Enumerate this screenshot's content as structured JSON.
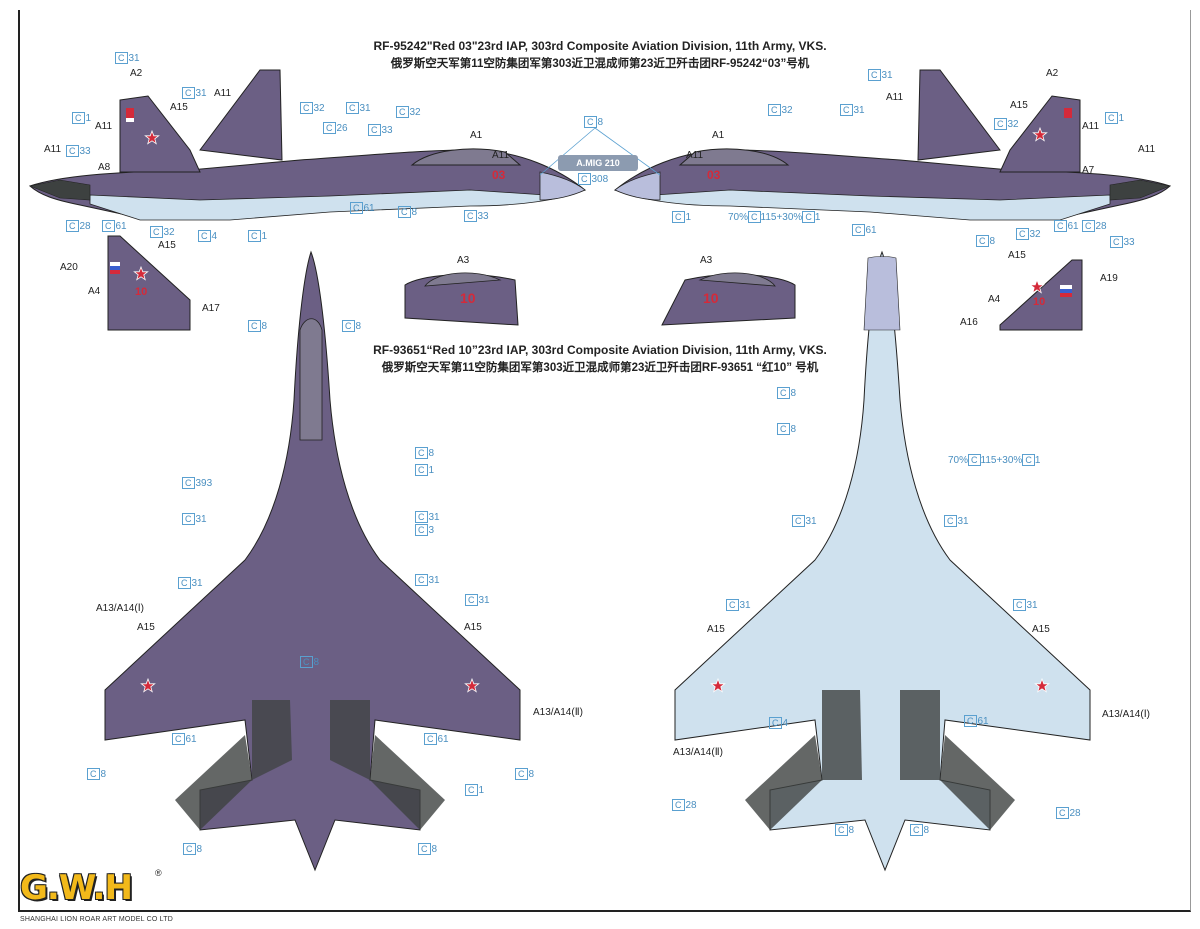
{
  "titles": {
    "aircraft1_en": "RF-95242\"Red 03\"23rd IAP, 303rd Composite Aviation Division, 11th Army, VKS.",
    "aircraft1_cn": "俄罗斯空天军第11空防集团军第303近卫混成师第23近卫歼击团RF-95242“03”号机",
    "aircraft2_en": "RF-93651“Red 10”23rd IAP, 303rd Composite Aviation Division, 11th Army, VKS.",
    "aircraft2_cn": "俄罗斯空天军第11空防集团军第303近卫混成师第23近卫歼击团RF-93651 “红10” 号机"
  },
  "nose_label": "A.MIG 210",
  "nose_code": "308",
  "mix_formula": {
    "pct1": "70%",
    "c1": "115",
    "plus": "+30%",
    "c2": "1"
  },
  "callout_prefix": "C",
  "callouts": {
    "l_c31_top": "31",
    "l_c1": "1",
    "l_c33": "33",
    "l_c28": "28",
    "l_c61": "61",
    "l_c32_low": "32",
    "l_c4": "4",
    "l_c1_low": "1",
    "l_c31_fin": "31",
    "l_c32_mid": "32",
    "l_c26": "26",
    "l_c31_mid": "31",
    "l_c33_mid": "33",
    "l_c32_r": "32",
    "l_c8_top": "8",
    "l_c308": "308",
    "l_c61_mid": "61",
    "l_c8_mid": "8",
    "l_c33_bot": "33",
    "r_c31_top": "31",
    "r_c32": "32",
    "r_c31": "31",
    "r_c32_fin": "32",
    "r_c1": "1",
    "r_c1_low": "1",
    "r_c61": "61",
    "r_c8": "8",
    "r_c32_low": "32",
    "r_c61_b": "61",
    "r_c28": "28",
    "r_c33": "33",
    "t_c8_l": "8",
    "t_c8_r": "8",
    "t_c8_a": "8",
    "t_c1_a": "1",
    "t_c393": "393",
    "t_c31_a": "31",
    "t_c31_b": "31",
    "t_c3": "3",
    "t_c31_c": "31",
    "t_c31_d": "31",
    "t_c31_e": "31",
    "t_c8_mid": "8",
    "t_c61_l": "61",
    "t_c61_r": "61",
    "t_c8_wl": "8",
    "t_c8_wr": "8",
    "t_c1_b": "1",
    "t_c8_bl": "8",
    "t_c8_br": "8",
    "b_c8_a": "8",
    "b_c8_b": "8",
    "b_c31_l": "31",
    "b_c31_r": "31",
    "b_c31_wl": "31",
    "b_c31_wr": "31",
    "b_c4": "4",
    "b_c61": "61",
    "b_c28_l": "28",
    "b_c28_r": "28",
    "b_c8_bl": "8",
    "b_c8_br": "8"
  },
  "marks": {
    "l_a2": "A2",
    "l_a15": "A15",
    "l_a11_fin": "A11",
    "l_a11_a": "A11",
    "l_a11_b": "A11",
    "l_a8": "A8",
    "l_a1": "A1",
    "l_a11_c": "A11",
    "r_a2": "A2",
    "r_a15": "A15",
    "r_a11_a": "A11",
    "r_a11_b": "A11",
    "r_a11_c": "A11",
    "r_a7": "A7",
    "r_a1": "A1",
    "r_a11_d": "A11",
    "f_a20": "A20",
    "f_a15": "A15",
    "f_a4": "A4",
    "f_a17": "A17",
    "n_a3_l": "A3",
    "n_a3_r": "A3",
    "fr_a15": "A15",
    "fr_a19": "A19",
    "fr_a4": "A4",
    "fr_a16": "A16",
    "t_a13": "A13/A14(Ⅰ)",
    "t_a15_l": "A15",
    "t_a15_r": "A15",
    "t_a13_r": "A13/A14(Ⅱ)",
    "b_a15_l": "A15",
    "b_a15_r": "A15",
    "b_a13_r": "A13/A14(Ⅰ)",
    "b_a13_l": "A13/A14(Ⅱ)"
  },
  "nose_numbers": {
    "l_side": "03",
    "r_side": "03",
    "l_nose": "10",
    "r_nose": "10",
    "fin_l": "10",
    "fin_r": "10"
  },
  "brand": {
    "logo": "G.W.H",
    "registered": "®",
    "company": "SHANGHAI LION ROAR ART MODEL CO LTD"
  },
  "colors": {
    "purple": "#6b5f84",
    "light_blue": "#cfe1ee",
    "dark_grey": "#3d4140",
    "callout_blue": "#4a8fc0",
    "star_red": "#d42a3a"
  }
}
